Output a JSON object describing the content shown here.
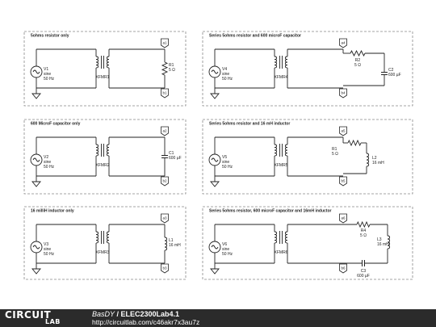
{
  "circuits": [
    {
      "title": "5ohms resistor only",
      "source": {
        "label": "V1",
        "type": "sine",
        "freq": "50 Hz"
      },
      "transformer": "XFMR1",
      "terminals": [
        "a1",
        "b1"
      ],
      "elements": [
        {
          "kind": "resistor",
          "label": "R1",
          "value": "5 Ω"
        }
      ]
    },
    {
      "title": "Series 5ohms resistor and 600 microF capacitor",
      "source": {
        "label": "V4",
        "type": "sine",
        "freq": "50 Hz"
      },
      "transformer": "XFMR4",
      "terminals": [
        "a4",
        "b4"
      ],
      "elements": [
        {
          "kind": "resistor",
          "label": "R2",
          "value": "5 Ω"
        },
        {
          "kind": "capacitor",
          "label": "C2",
          "value": "600 µF"
        }
      ]
    },
    {
      "title": "600 MicroF capacitor only",
      "source": {
        "label": "V2",
        "type": "sine",
        "freq": "50 Hz"
      },
      "transformer": "XFMR2",
      "terminals": [
        "a2",
        "b2"
      ],
      "elements": [
        {
          "kind": "capacitor",
          "label": "C1",
          "value": "600 µF"
        }
      ]
    },
    {
      "title": "Series 5ohms resistor and 16 mH inductor",
      "source": {
        "label": "V5",
        "type": "sine",
        "freq": "50 Hz"
      },
      "transformer": "XFMR5",
      "terminals": [
        "a5",
        "b5"
      ],
      "elements": [
        {
          "kind": "resistor",
          "label": "R1",
          "value": "5 Ω"
        },
        {
          "kind": "inductor",
          "label": "L2",
          "value": "16 mH"
        }
      ]
    },
    {
      "title": "16 milliH inductor only",
      "source": {
        "label": "V3",
        "type": "sine",
        "freq": "50 Hz"
      },
      "transformer": "XFMR3",
      "terminals": [
        "a3",
        "b3"
      ],
      "elements": [
        {
          "kind": "inductor",
          "label": "L1",
          "value": "16 mH"
        }
      ]
    },
    {
      "title": "Series 5ohms resistor, 600 microF capacitor and 16mH inductor",
      "source": {
        "label": "V6",
        "type": "sine",
        "freq": "50 Hz"
      },
      "transformer": "XFMR6",
      "terminals": [
        "a6",
        "b6"
      ],
      "elements": [
        {
          "kind": "resistor",
          "label": "R4",
          "value": "5 Ω"
        },
        {
          "kind": "inductor",
          "label": "L3",
          "value": "16 mH"
        },
        {
          "kind": "capacitor",
          "label": "C3",
          "value": "600 µF"
        }
      ]
    }
  ],
  "footer": {
    "brand": "CIRCUIT",
    "brand_sub": "LAB",
    "user": "BasDY",
    "separator": " / ",
    "project": "ELEC2300Lab4.1",
    "url": "http://circuitlab.com/c46akr7x3au7z"
  },
  "colors": {
    "wire": "#222222",
    "frame": "#888888",
    "terminal_fill": "#ffffff",
    "footer_bg": "#2b2b2b"
  }
}
